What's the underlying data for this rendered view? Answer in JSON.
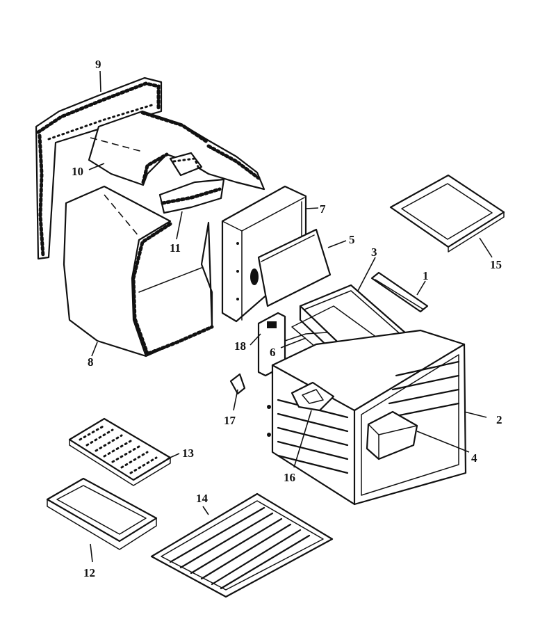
{
  "parts": [
    {
      "id": "part-1",
      "label": "1"
    },
    {
      "id": "part-2",
      "label": "2"
    },
    {
      "id": "part-3",
      "label": "3"
    },
    {
      "id": "part-4",
      "label": "4"
    },
    {
      "id": "part-5",
      "label": "5"
    },
    {
      "id": "part-6",
      "label": "6"
    },
    {
      "id": "part-7",
      "label": "7"
    },
    {
      "id": "part-8",
      "label": "8"
    },
    {
      "id": "part-9",
      "label": "9"
    },
    {
      "id": "part-10",
      "label": "10"
    },
    {
      "id": "part-11",
      "label": "11"
    },
    {
      "id": "part-12",
      "label": "12"
    },
    {
      "id": "part-13",
      "label": "13"
    },
    {
      "id": "part-14",
      "label": "14"
    },
    {
      "id": "part-15",
      "label": "15"
    },
    {
      "id": "part-16",
      "label": "16"
    },
    {
      "id": "part-17",
      "label": "17"
    },
    {
      "id": "part-18",
      "label": "18"
    }
  ]
}
